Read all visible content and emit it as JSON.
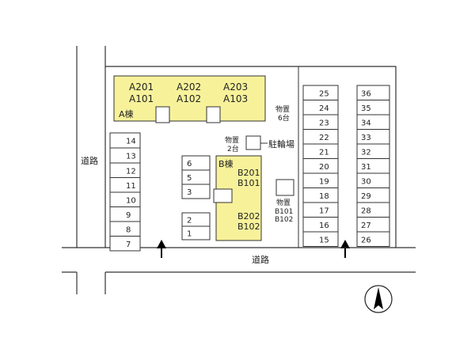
{
  "road_left": "道路",
  "road_bottom": "道路",
  "building_a": {
    "name": "A棟",
    "units_upper": [
      "A201",
      "A202",
      "A203"
    ],
    "units_lower": [
      "A101",
      "A102",
      "A103"
    ],
    "fill": "#f7f29a"
  },
  "building_b": {
    "name": "B棟",
    "units_top": [
      "B201",
      "B101"
    ],
    "units_bottom": [
      "B202",
      "B102"
    ],
    "fill": "#f7f29a"
  },
  "storage_6": [
    "物置",
    "6台"
  ],
  "storage_2": [
    "物置",
    "2台"
  ],
  "bicycle_parking": "駐輪場",
  "storage_b": [
    "物置",
    "B101",
    "B102"
  ],
  "left_column_top": [
    "14",
    "13"
  ],
  "left_column_bottom": [
    "12",
    "11",
    "10",
    "9",
    "8",
    "7"
  ],
  "mid_column_top": [
    "6",
    "5",
    "3"
  ],
  "mid_column_bottom": [
    "2",
    "1"
  ],
  "right_column_a": [
    "25",
    "24",
    "23",
    "22",
    "21",
    "20",
    "19",
    "18",
    "17",
    "16",
    "15"
  ],
  "right_column_b": [
    "36",
    "35",
    "34",
    "33",
    "32",
    "31",
    "30",
    "29",
    "28",
    "27",
    "26"
  ]
}
